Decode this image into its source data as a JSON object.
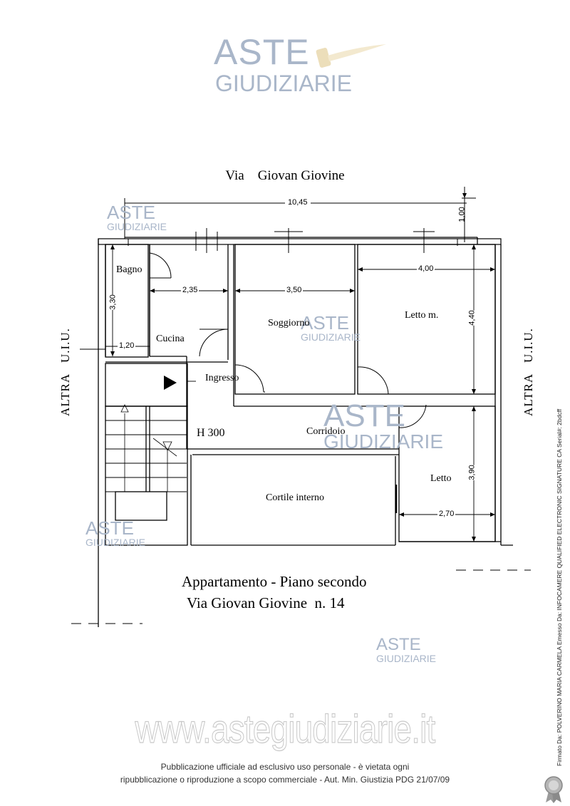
{
  "watermark": {
    "logo_word1": "ASTE",
    "logo_word2": "GIUDIZIARIE",
    "site": "www.astegiudiziarie.it",
    "color": "#a9b6c9",
    "hammer_color": "#e6d3a3"
  },
  "plan": {
    "street_top": "Via    Giovan Giovine",
    "rooms": {
      "bagno": "Bagno",
      "cucina": "Cucina",
      "soggiorno": "Soggiorno",
      "letto_m": "Letto m.",
      "ingresso": "Ingresso",
      "corridoio": "Corridoio",
      "letto": "Letto",
      "cortile": "Cortile interno",
      "height": "H 300"
    },
    "dimensions": {
      "overall_width": "10,45",
      "setback": "1,00",
      "bagno_height": "3,30",
      "bagno_width": "1,20",
      "cucina_width": "2,35",
      "soggiorno_width": "3,50",
      "letto_m_width": "4,00",
      "letto_m_height": "4,40",
      "letto_height": "3,90",
      "letto_width": "2,70"
    },
    "altra_left": "ALTRA   U.I.U.",
    "altra_right": "ALTRA   U.I.U.",
    "title_line1": "Appartamento - Piano secondo",
    "title_line2": "Via Giovan Giovine  n. 14"
  },
  "footer": {
    "line1": "Pubblicazione ufficiale ad esclusivo uso personale - è vietata ogni",
    "line2": "ripubblicazione o riproduzione a scopo commerciale - Aut. Min. Giustizia PDG 21/07/09",
    "signature": "Firmato Da: POLVERINO MARIA CARMELA Emesso Da: INFOCAMERE QUALIFIED ELECTRONIC SIGNATURE CA Serial#: 2bdcff"
  }
}
